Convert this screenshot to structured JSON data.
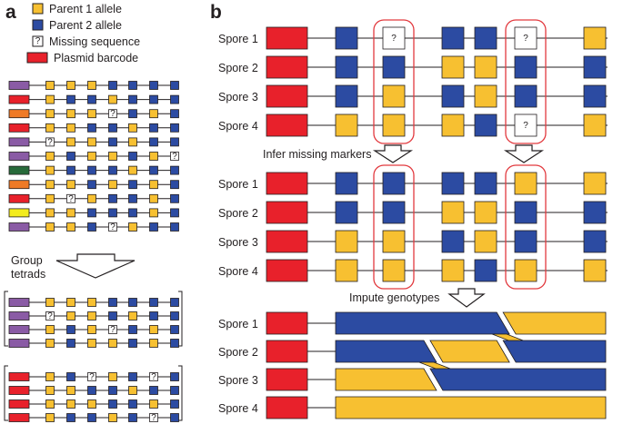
{
  "colors": {
    "parent1": "#f7c031",
    "parent2": "#2c4ba2",
    "missing": "#ffffff",
    "barcode": "#e8212b",
    "highlight": "#e23a3f",
    "line": "#231f20",
    "barcode_palette": {
      "red": "#e8212b",
      "purple": "#8a5ba5",
      "orange": "#ef7a26",
      "green": "#276a3a",
      "yellow": "#f3ec1e"
    }
  },
  "panel_a": {
    "label": "a",
    "legend": [
      {
        "key": "parent1",
        "text": "Parent 1 allele"
      },
      {
        "key": "parent2",
        "text": "Parent 2 allele"
      },
      {
        "key": "missing",
        "text": "Missing sequence",
        "symbol": "?"
      },
      {
        "key": "barcode",
        "text": "Plasmid barcode"
      }
    ],
    "reads": [
      {
        "barcode": "purple",
        "alleles": [
          "P1",
          "P1",
          "P1",
          "P2",
          "P2",
          "P2",
          "P2"
        ]
      },
      {
        "barcode": "red",
        "alleles": [
          "P1",
          "P2",
          "P2",
          "P1",
          "P2",
          "P2",
          "P2"
        ]
      },
      {
        "barcode": "orange",
        "alleles": [
          "P1",
          "P1",
          "P1",
          "?",
          "P2",
          "P1",
          "P2"
        ]
      },
      {
        "barcode": "red",
        "alleles": [
          "P1",
          "P1",
          "P2",
          "P2",
          "P1",
          "P2",
          "P2"
        ]
      },
      {
        "barcode": "purple",
        "alleles": [
          "?",
          "P1",
          "P1",
          "P2",
          "P1",
          "P2",
          "P2"
        ]
      },
      {
        "barcode": "purple",
        "alleles": [
          "P1",
          "P2",
          "P1",
          "P1",
          "P2",
          "P1",
          "?"
        ]
      },
      {
        "barcode": "green",
        "alleles": [
          "P1",
          "P2",
          "P2",
          "P2",
          "P1",
          "P2",
          "P2"
        ]
      },
      {
        "barcode": "orange",
        "alleles": [
          "P1",
          "P1",
          "P2",
          "P1",
          "P2",
          "P1",
          "P2"
        ]
      },
      {
        "barcode": "red",
        "alleles": [
          "P1",
          "?",
          "P1",
          "P2",
          "P2",
          "P1",
          "P2"
        ]
      },
      {
        "barcode": "yellow",
        "alleles": [
          "P1",
          "P1",
          "P2",
          "P2",
          "P2",
          "P1",
          "P2"
        ]
      },
      {
        "barcode": "purple",
        "alleles": [
          "P1",
          "P1",
          "P2",
          "?",
          "P1",
          "P2",
          "P2"
        ]
      }
    ],
    "group_label": [
      "Group",
      "tetrads"
    ],
    "groups": [
      {
        "barcode": "purple",
        "reads": [
          [
            "P1",
            "P1",
            "P1",
            "P2",
            "P2",
            "P2",
            "P2"
          ],
          [
            "?",
            "P1",
            "P1",
            "P2",
            "P1",
            "P2",
            "P2"
          ],
          [
            "P1",
            "P2",
            "P1",
            "?",
            "P2",
            "P1",
            "P2"
          ],
          [
            "P1",
            "P2",
            "P1",
            "P1",
            "P2",
            "P1",
            "P2"
          ]
        ]
      },
      {
        "barcode": "red",
        "reads": [
          [
            "P1",
            "P2",
            "?",
            "P1",
            "P2",
            "?",
            "P2"
          ],
          [
            "P1",
            "P1",
            "P2",
            "P2",
            "P1",
            "P2",
            "P2"
          ],
          [
            "P1",
            "P1",
            "P1",
            "P2",
            "P2",
            "P1",
            "P2"
          ],
          [
            "P1",
            "P2",
            "P2",
            "P1",
            "P2",
            "?",
            "P2"
          ]
        ]
      }
    ]
  },
  "panel_b": {
    "label": "b",
    "spore_names": [
      "Spore 1",
      "Spore 2",
      "Spore 3",
      "Spore 4"
    ],
    "step1": {
      "rows": [
        [
          "P2",
          "?",
          "P2",
          "P2",
          "?",
          "P1"
        ],
        [
          "P2",
          "P2",
          "P1",
          "P1",
          "P2",
          "P2"
        ],
        [
          "P2",
          "P1",
          "P2",
          "P1",
          "P2",
          "P2"
        ],
        [
          "P1",
          "P1",
          "P1",
          "P2",
          "?",
          "P1"
        ]
      ],
      "highlight_markers": [
        1,
        4
      ]
    },
    "arrow_label_1": "Infer missing markers",
    "step2": {
      "rows": [
        [
          "P2",
          "P2",
          "P2",
          "P2",
          "P1",
          "P1"
        ],
        [
          "P2",
          "P2",
          "P1",
          "P1",
          "P2",
          "P2"
        ],
        [
          "P1",
          "P1",
          "P2",
          "P1",
          "P2",
          "P2"
        ],
        [
          "P1",
          "P1",
          "P1",
          "P2",
          "P1",
          "P1"
        ]
      ],
      "highlight_markers": [
        1,
        4
      ]
    },
    "arrow_label_2": "Impute genotypes",
    "step3": {
      "rows": [
        [
          {
            "allele": "P2",
            "end": 0.62
          },
          {
            "allele": "P1",
            "end": 1.0
          }
        ],
        [
          {
            "allele": "P2",
            "end": 0.35
          },
          {
            "allele": "P1",
            "end": 0.62
          },
          {
            "allele": "P2",
            "end": 1.0
          }
        ],
        [
          {
            "allele": "P1",
            "end": 0.35
          },
          {
            "allele": "P2",
            "end": 1.0
          }
        ],
        [
          {
            "allele": "P1",
            "end": 1.0
          }
        ]
      ]
    }
  }
}
